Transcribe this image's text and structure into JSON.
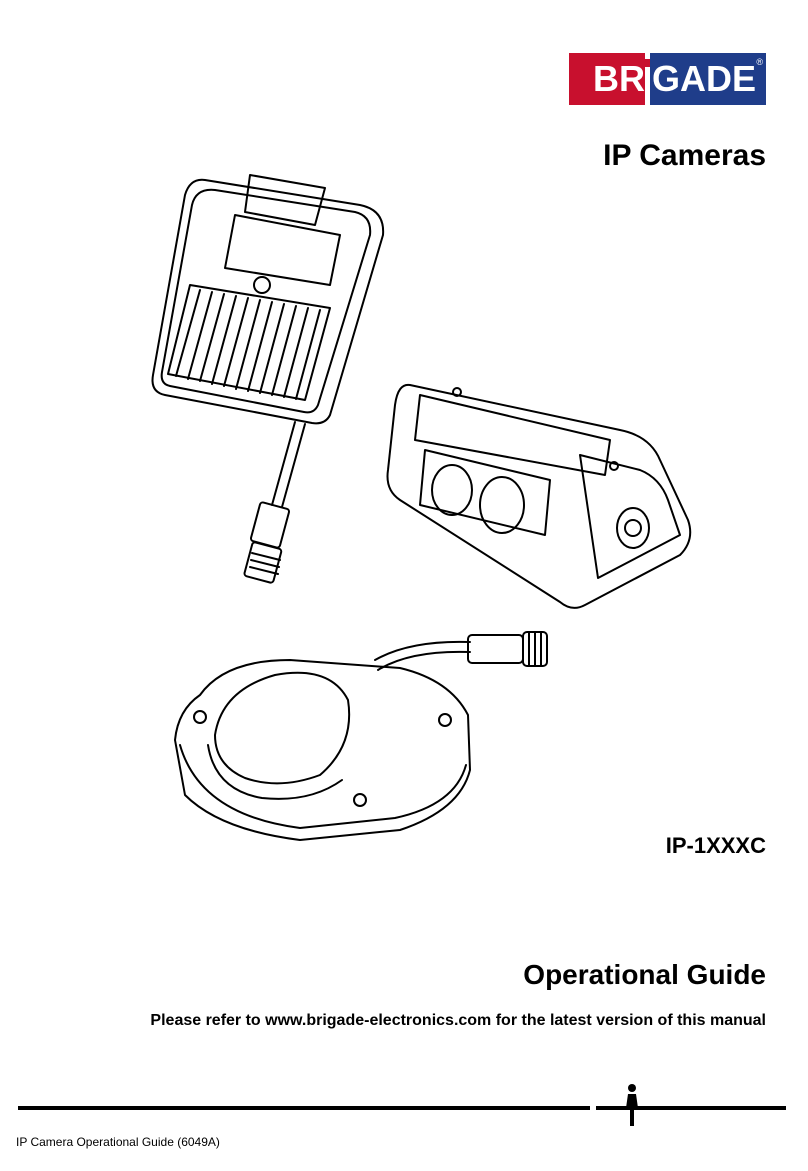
{
  "logo": {
    "text_red": "BR",
    "text_blue": "GADE",
    "brand_colors": {
      "red": "#c8102e",
      "blue": "#1f3d8a"
    }
  },
  "title": "IP Cameras",
  "model": "IP-1XXXC",
  "guide_heading": "Operational Guide",
  "refer_text": "Please refer to www.brigade-electronics.com for the latest version of this manual",
  "footer_text": "IP Camera Operational Guide (6049A)",
  "illustrations": [
    "box-camera-icon",
    "dual-lens-camera-icon",
    "dome-camera-icon"
  ]
}
